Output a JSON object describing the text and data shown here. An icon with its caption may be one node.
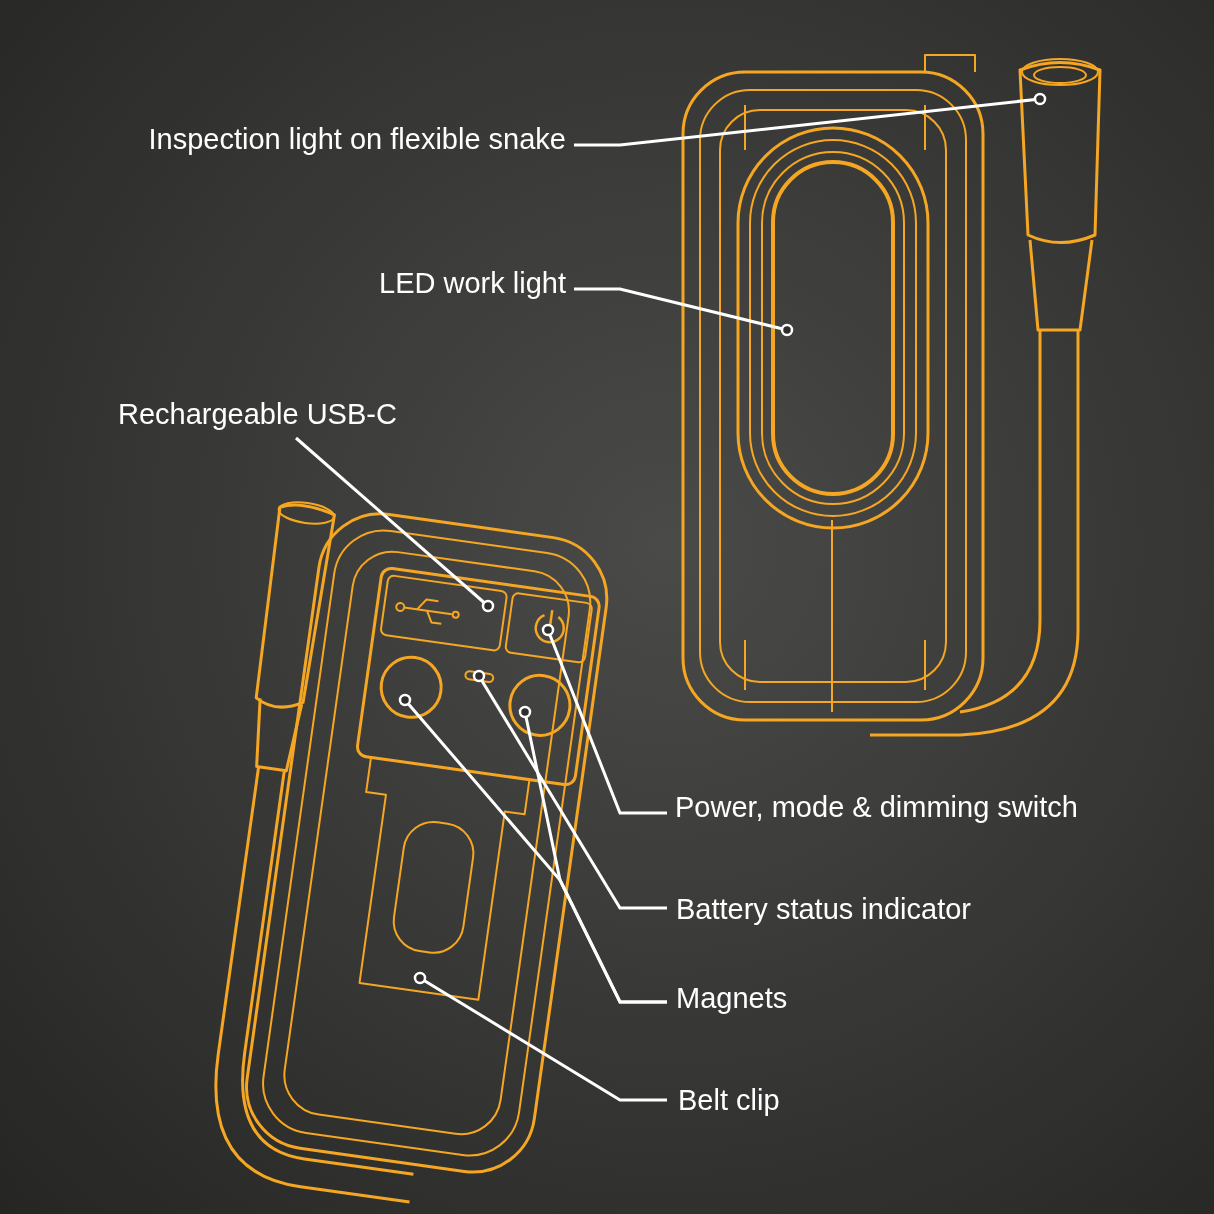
{
  "diagram": {
    "nodes": [
      {
        "text": [
          "Inspection light on flexible snake"
        ]
      },
      {
        "text": [
          "LED work light"
        ]
      },
      {
        "text": [
          "Rechargeable USB-C"
        ]
      },
      {
        "text": [
          "Power, mode & dimming switch"
        ]
      },
      {
        "text": [
          "Battery status indicator"
        ]
      },
      {
        "text": [
          "Magnets"
        ]
      },
      {
        "text": [
          "Belt clip"
        ]
      }
    ],
    "edges": [
      {
        "from": 0,
        "to": null,
        "arrow": "other"
      },
      {
        "from": 1,
        "to": null,
        "arrow": "other"
      },
      {
        "from": 2,
        "to": null,
        "arrow": "other"
      },
      {
        "from": 3,
        "to": null,
        "arrow": "other"
      },
      {
        "from": 4,
        "to": null,
        "arrow": "other"
      },
      {
        "from": 5,
        "to": null,
        "arrow": "other"
      },
      {
        "from": 5,
        "to": null,
        "arrow": "other"
      },
      {
        "from": 6,
        "to": null,
        "arrow": "other"
      }
    ]
  }
}
